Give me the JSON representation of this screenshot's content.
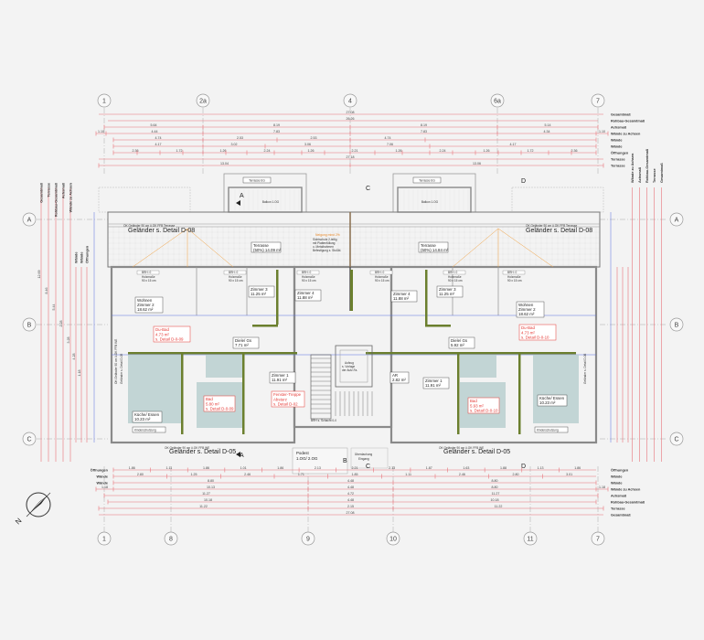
{
  "grid": {
    "top": [
      "1",
      "2a",
      "4",
      "6a",
      "7"
    ],
    "bottom": [
      "1",
      "8",
      "9",
      "10",
      "11",
      "7"
    ],
    "rows": [
      "A",
      "B",
      "C"
    ]
  },
  "dimensions_top": {
    "row_labels": [
      "Gesamtmaß",
      "Rohbau-Gesamtmaß",
      "Achsmaß",
      "Wände zu Achsen",
      "Wände",
      "Wände",
      "Öffnungen",
      "Terrasse",
      "Terrasse"
    ],
    "gesamt": "27.08",
    "rohbau": "26.26",
    "achs": [
      "5.64",
      "8.19",
      "8.19",
      "5.14"
    ],
    "waende_achsen": [
      "1.10",
      "4.44",
      "7.83",
      "7.83",
      "4.34",
      "1.10"
    ],
    "waende1": [
      "4.74",
      "2.53",
      "2.53",
      "4.74"
    ],
    "waende2": [
      "4.17",
      "3.02",
      "3.06",
      "7.06",
      "4.17"
    ],
    "oeffnungen": [
      "2.36",
      "1.72",
      "1.26",
      "2.24",
      "1.26",
      "2.21",
      "1.26",
      "2.24",
      "1.26",
      "1.72",
      "2.36"
    ],
    "terrasse_total": "27.18",
    "terrasse": [
      "13.04",
      "13.06"
    ]
  },
  "dimensions_bottom": {
    "left_labels": [
      "Öffnungen",
      "Wände",
      "Wände"
    ],
    "right_labels": [
      "Öffnungen",
      "Wände",
      "Wände",
      "Wände zu Achsen",
      "Achsmaß",
      "Rohbau-Gesamtmaß",
      "Terrasse",
      "Gesamtmaß"
    ],
    "oeffnungen": [
      "1.86",
      "1.11",
      "1.86",
      "1.01",
      "1.86",
      "2.13",
      "2.21",
      "2.13",
      "1.87",
      "1.63",
      "1.88",
      "1.13",
      "1.86"
    ],
    "waende": [
      "2.80",
      "1.25",
      "2.46",
      "1.71",
      "1.85",
      "1.11",
      "2.46",
      "2.80",
      "3.01"
    ],
    "waende2": [
      "8.80",
      "4.48",
      "8.80"
    ],
    "waende_achsen": [
      "1.18",
      "10.13",
      "4.48",
      "8.80",
      "1.18"
    ],
    "achs": [
      "11.27",
      "4.72",
      "11.27"
    ],
    "rohbau": [
      "10.18",
      "4.48",
      "10.18"
    ],
    "terrasse": [
      "11.22",
      "2.15",
      "11.22"
    ],
    "gesamt": "27.08"
  },
  "dimensions_side": {
    "left_labels": [
      "Gesamtmaß",
      "Terrasse",
      "Rohbau-Gesamtmaß",
      "Achsmaß",
      "Wände zu Achsen"
    ],
    "side_labels": [
      "Wände",
      "Wände",
      "Öffnungen"
    ],
    "values": [
      "12.69",
      "8.46",
      "5.44",
      "2.28",
      "3.28",
      "4.28",
      "1.18"
    ]
  },
  "upper": {
    "terrace_left": "Terrasse EG",
    "terrace_right": "Terrasse EG",
    "balcony_left": "Balkon 1.OG",
    "balcony_right": "Balkon 1.OG",
    "detail_left_note": "OK Geländer 90 cm ü.OK FFB Terrasse",
    "detail_left": "Geländer s. Detail D-08",
    "detail_right_note": "OK Geländer 90 cm ü.OK FFB Terrasse",
    "detail_right": "Geländer s. Detail D-08",
    "terrace_room_left": {
      "name": "Terrasse",
      "area": "(50%) 14.09 m²"
    },
    "terrace_room_right": {
      "name": "Terrasse",
      "area": "(50%) 14.84 m²"
    },
    "center_note": [
      "Sichtschutz 2-teilig",
      "mit Plattenfüllung",
      "u. Metallrahmen",
      "Befestigung s. Stoßbl."
    ],
    "slope_note": "Neigung mind 2%"
  },
  "rooms_left": [
    {
      "name": "Wohnen",
      "sub": "Zimmer 2",
      "area": "18.62 m²"
    },
    {
      "name": "Zimmer 3",
      "area": "11.25 m²"
    },
    {
      "name": "Zimmer 4",
      "area": "11.88 m²"
    },
    {
      "name": "Diele/ Gs",
      "area": "7.71 m²"
    },
    {
      "name": "Zimmer 1",
      "area": "11.91 m²"
    },
    {
      "name": "Küche/ Essen",
      "area": "10.23 m²"
    }
  ],
  "rooms_right": [
    {
      "name": "Zimmer 4",
      "area": "11.88 m²"
    },
    {
      "name": "Zimmer 3",
      "area": "11.25 m²"
    },
    {
      "name": "Wohnen",
      "sub": "Zimmer 2",
      "area": "18.62 m²"
    },
    {
      "name": "Diele/ Gs",
      "area": "5.92 m²"
    },
    {
      "name": "AR",
      "area": "2.82 m²"
    },
    {
      "name": "Zimmer 1",
      "area": "11.91 m²"
    },
    {
      "name": "Küche/ Essen",
      "area": "10.23 m²"
    }
  ],
  "red_notes": {
    "dubad_left": [
      "Du-Bad",
      "4.73 m²",
      "s. Detail D-0-09"
    ],
    "bad_left": [
      "Bad",
      "5.80 m²",
      "s. Detail D-0-09"
    ],
    "treppe": [
      "Fenster-Treppe",
      "Absturz",
      "s. Detail D-02"
    ],
    "dubad_right": [
      "Du-Bad",
      "4.73 m²",
      "s. Detail D-0-10"
    ],
    "bad_right": [
      "Bad",
      "5.93 m²",
      "s. Detail D-0-10"
    ]
  },
  "center": {
    "aufzug": [
      "Aufzug",
      "s. Vorlage",
      "der Aufz.Fa."
    ],
    "podest": [
      "Podest",
      "1.OG/ 2.OG"
    ],
    "eingang": [
      "Überdachung",
      "Eingang"
    ],
    "schacht": "BRH s. Schacht 0-0"
  },
  "lower": {
    "kinder_left": "Kinderschutzung",
    "kinder_right": "Kinderschutzung",
    "detail_left_note": "OK Geländer 90 cm ü.OK FFB WE",
    "detail_left": "Geländer s. Detail D-05",
    "detail_right_note": "OK Geländer 90 cm ü.OK FFB WE",
    "detail_right": "Geländer s. Detail D-05",
    "side_left_note": "OK Geländer 90 cm ü.OK FFB WE",
    "side_left_detail": "Geländer s. Detail D-05",
    "side_right_detail": "Geländer s. Detail D-06"
  },
  "sections": {
    "a": "A",
    "b": "B",
    "c": "C",
    "d": "D"
  },
  "window_labels": [
    "BRH: 0",
    "Holzmaße",
    "90 x 15 cm"
  ],
  "north": "N",
  "colors": {
    "dim": "#e8737a",
    "wall": "#8a8a8a",
    "green": "#6b7f2e",
    "tile": "#b9cfcf",
    "red": "#e53935",
    "orange": "#e8892a",
    "blue": "#5a6fe0"
  }
}
